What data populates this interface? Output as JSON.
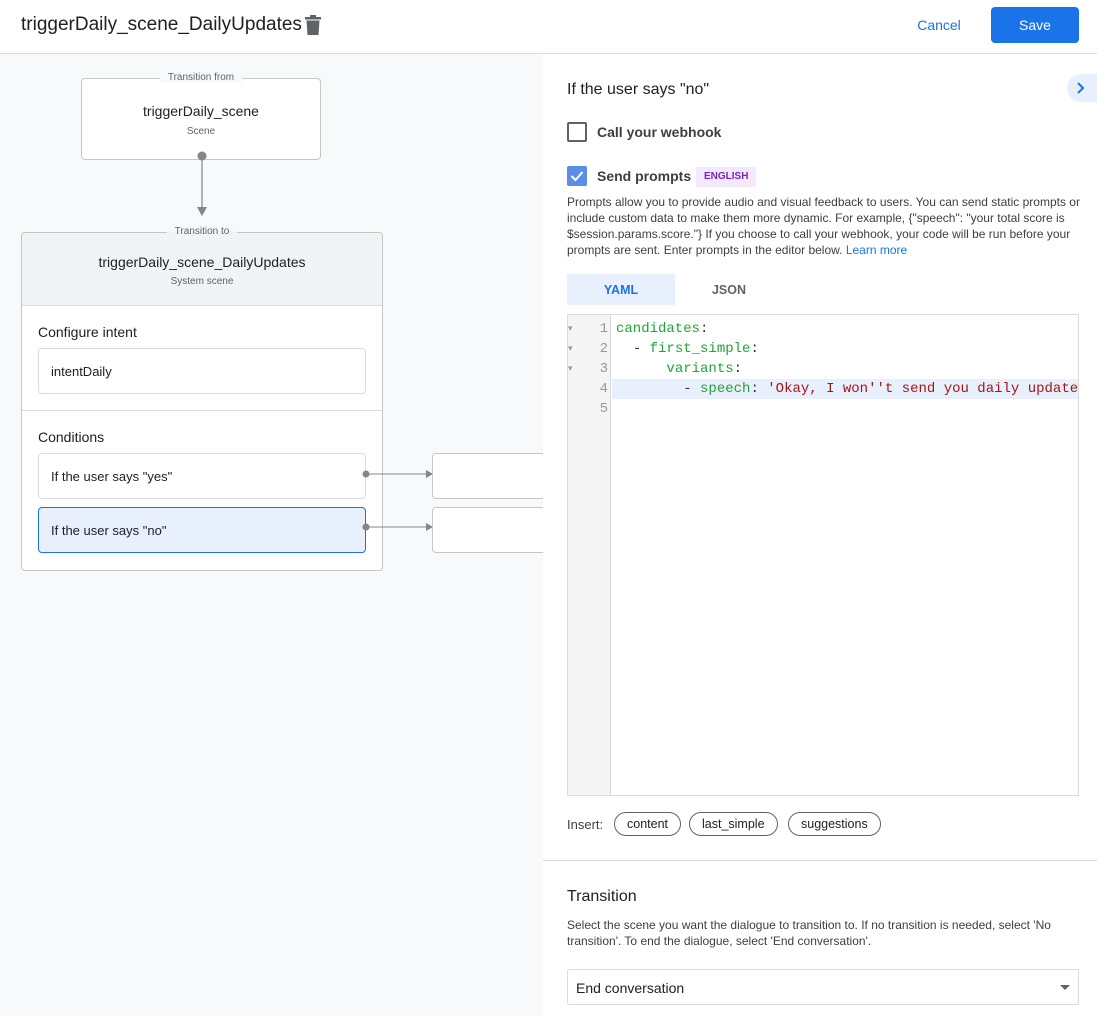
{
  "header": {
    "title": "triggerDaily_scene_DailyUpdates",
    "cancel_label": "Cancel",
    "save_label": "Save"
  },
  "canvas": {
    "from": {
      "legend": "Transition from",
      "name": "triggerDaily_scene",
      "type": "Scene"
    },
    "to": {
      "legend": "Transition to",
      "name": "triggerDaily_scene_DailyUpdates",
      "type": "System scene",
      "configure_intent_label": "Configure intent",
      "intent": "intentDaily",
      "conditions_label": "Conditions",
      "conditions": [
        {
          "label": "If the user says \"yes\""
        },
        {
          "label": "If the user says \"no\"",
          "selected": true
        }
      ]
    }
  },
  "panel": {
    "title": "If the user says \"no\"",
    "webhook": {
      "label": "Call your webhook",
      "checked": false
    },
    "prompts": {
      "label": "Send prompts",
      "checked": true,
      "badge": "ENGLISH",
      "description": "Prompts allow you to provide audio and visual feedback to users. You can send static prompts or include custom data to make them more dynamic. For example, {\"speech\": \"your total score is $session.params.score.\"} If you choose to call your webhook, your code will be run before your prompts are sent. Enter prompts in the editor below.",
      "learn_more": "Learn more"
    },
    "tabs": [
      {
        "label": "YAML",
        "active": true
      },
      {
        "label": "JSON",
        "active": false
      }
    ],
    "editor": {
      "line_numbers": [
        "1",
        "2",
        "3",
        "4",
        "5"
      ],
      "lines": [
        {
          "indent": "",
          "dash": "",
          "key": "candidates",
          "colon": ":",
          "value": ""
        },
        {
          "indent": "  ",
          "dash": "- ",
          "key": "first_simple",
          "colon": ":",
          "value": ""
        },
        {
          "indent": "      ",
          "dash": "",
          "key": "variants",
          "colon": ":",
          "value": ""
        },
        {
          "indent": "        ",
          "dash": "- ",
          "key": "speech",
          "colon": ": ",
          "value": "'Okay, I won''t send you daily update"
        },
        {
          "indent": "",
          "dash": "",
          "key": "",
          "colon": "",
          "value": ""
        }
      ]
    },
    "insert": {
      "label": "Insert:",
      "chips": [
        "content",
        "last_simple",
        "suggestions"
      ]
    },
    "transition": {
      "title": "Transition",
      "description": "Select the scene you want the dialogue to transition to. If no transition is needed, select 'No transition'. To end the dialogue, select 'End conversation'.",
      "selected": "End conversation"
    }
  },
  "colors": {
    "accent": "#1a73e8",
    "selected_bg": "#e8f0fe",
    "yaml_key": "#22a33a",
    "yaml_string": "#a31515"
  }
}
